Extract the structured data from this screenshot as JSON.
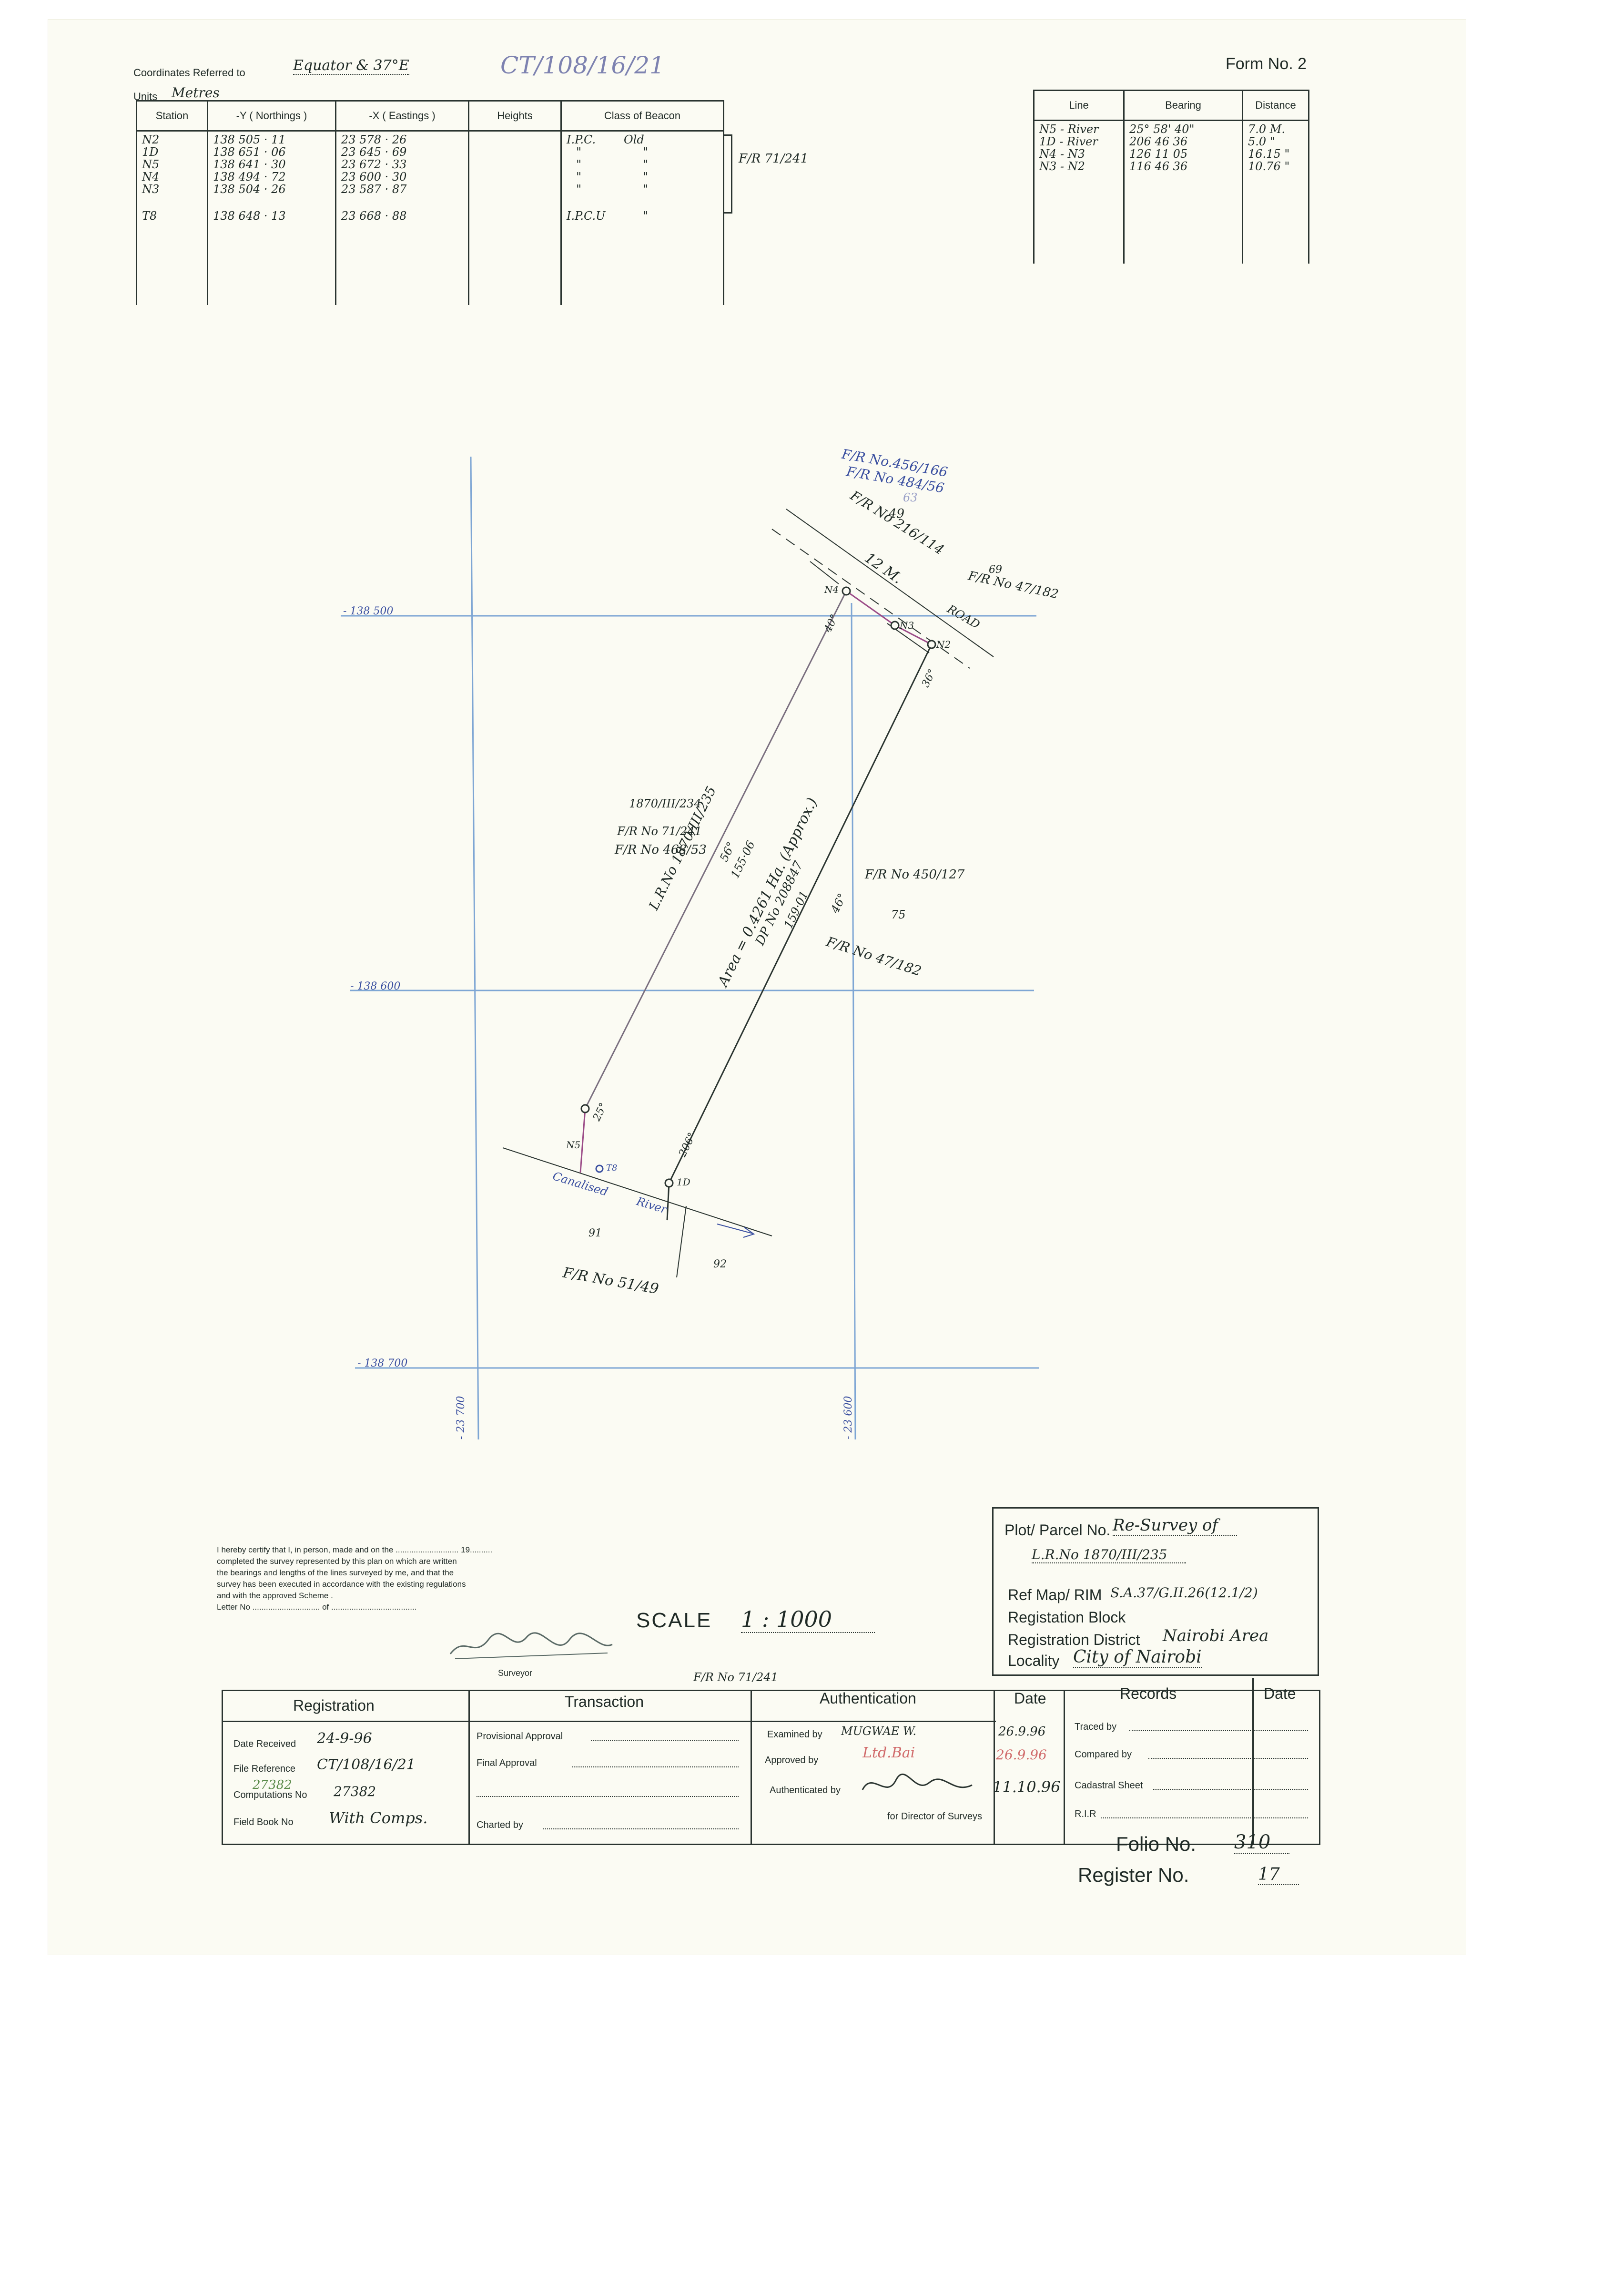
{
  "header": {
    "coords_label": "Coordinates Referred to",
    "coords_value": "Equator & 37°E",
    "file_no": "CT/108/16/21",
    "units_label": "Units",
    "units_value": "Metres",
    "form_no": "Form No. 2"
  },
  "station_table": {
    "headers": [
      "Station",
      "-Y ( Northings )",
      "-X ( Eastings )",
      "Heights",
      "Class of Beacon"
    ],
    "rows": [
      {
        "station": "N2",
        "y": "138 505 · 11",
        "x": "23 578 · 26",
        "height": "",
        "beacon": "I.P.C.",
        "cls": "Old"
      },
      {
        "station": "1D",
        "y": "138 651 · 06",
        "x": "23 645 · 69",
        "height": "",
        "beacon": "\"",
        "cls": "\""
      },
      {
        "station": "N5",
        "y": "138 641 · 30",
        "x": "23 672 · 33",
        "height": "",
        "beacon": "\"",
        "cls": "\""
      },
      {
        "station": "N4",
        "y": "138 494 · 72",
        "x": "23 600 · 30",
        "height": "",
        "beacon": "\"",
        "cls": "\""
      },
      {
        "station": "N3",
        "y": "138 504 · 26",
        "x": "23 587 · 87",
        "height": "",
        "beacon": "\"",
        "cls": "\""
      },
      {
        "station": "T8",
        "y": "138 648 · 13",
        "x": "23 668 · 88",
        "height": "",
        "beacon": "I.P.C.U",
        "cls": "\""
      }
    ],
    "bracket_ref": "F/R 71/241"
  },
  "line_table": {
    "headers": [
      "Line",
      "Bearing",
      "Distance"
    ],
    "rows": [
      {
        "line": "N5 - River",
        "bearing": "25°  58'  40\"",
        "distance": "7.0 M."
      },
      {
        "line": "1D - River",
        "bearing": "206  46  36",
        "distance": "5.0 \""
      },
      {
        "line": "N4 - N3",
        "bearing": "126  11  05",
        "distance": "16.15 \""
      },
      {
        "line": "N3 - N2",
        "bearing": "116  46  36",
        "distance": "10.76 \""
      }
    ]
  },
  "plan": {
    "grid_labels": {
      "h1": "- 138 500",
      "h2": "- 138 600",
      "h3": "- 138 700",
      "v1": "- 23 700",
      "v2": "- 23 600"
    },
    "refs": {
      "fr_456": "F/R No.456/166",
      "fr_484": "F/R No 484/56",
      "n63a": "63",
      "n49": "49",
      "fr_216": "F/R No 216/114",
      "road_width": "12 M.",
      "n69": "69",
      "fr_47_top": "F/R No 47/182",
      "road": "ROAD",
      "parcel_1870_234": "1870/III/234",
      "fr_71": "F/R No 71/241",
      "fr_468": "F/R No 468/53",
      "fr_450": "F/R No 450/127",
      "n75": "75",
      "fr_47_mid": "F/R No 47/182",
      "n91": "91",
      "n92": "92",
      "fr_51": "F/R No 51/49",
      "canal": "Canalised",
      "river": "River"
    },
    "parcel_text": {
      "lr": "L.R.No 1870/III/235",
      "area": "Area = 0.4261 Ha. (Approx.)",
      "dp": "DP No 208847",
      "side_155": "155·06",
      "side_159": "159·01",
      "deg_56": "56°",
      "deg_46": "46°",
      "deg_206": "206°",
      "deg_25": "25°",
      "deg_36": "36°",
      "deg_40": "40°"
    },
    "stations": {
      "n2": "N2",
      "n3": "N3",
      "n4": "N4",
      "n5": "N5",
      "d1": "1D",
      "t8": "T8"
    },
    "scale_label": "SCALE",
    "scale_value": "1 : 1000"
  },
  "certify": {
    "line1": "I hereby certify that I, in person, made and on the ............................ 19..........",
    "line2": "completed the survey represented by this plan on which are written",
    "line3": "the bearings and lengths of the lines surveyed by me, and that the",
    "line4": "survey has been executed in accordance with the existing regulations",
    "line5": "and with the approved  Scheme .",
    "line6": "Letter No .............................. of ......................................",
    "surveyor": "Surveyor"
  },
  "parcel_box": {
    "plot_label": "Plot/ Parcel No.",
    "plot_value": "Re-Survey of",
    "plot_value2": "L.R.No 1870/III/235",
    "refmap_label": "Ref Map/ RIM",
    "refmap_value": "S.A.37/G.II.26(12.1/2)",
    "regblock_label": "Registation Block",
    "regdistrict_label": "Registration District",
    "regdistrict_value": "Nairobi Area",
    "locality_label": "Locality",
    "locality_value": "City of Nairobi"
  },
  "bottom": {
    "fr_ref": "F/R No 71/241",
    "registration": "Registration",
    "transaction": "Transaction",
    "authentication": "Authentication",
    "date": "Date",
    "records": "Records",
    "date2": "Date",
    "date_received_label": "Date Received",
    "date_received_value": "24-9-96",
    "file_ref_label": "File Reference",
    "file_ref_value": "CT/108/16/21",
    "comp_label": "Computations No",
    "comp_value": "27382",
    "comp_over": "27382",
    "fieldbook_label": "Field Book No",
    "fieldbook_value": "With Comps.",
    "prov_label": "Provisional Approval",
    "final_label": "Final Approval",
    "charted_label": "Charted by",
    "examined_label": "Examined by",
    "examined_value": "MUGWAE W.",
    "examined_date": "26.9.96",
    "approved_label": "Approved by",
    "approved_value": "Ltd.Bai",
    "approved_date": "26.9.96",
    "auth_label": "Authenticated by",
    "auth_date": "11.10.96",
    "director": "for Director of Surveys",
    "traced_label": "Traced  by",
    "compared_label": "Compared by",
    "cadastral_label": "Cadastral Sheet",
    "rir_label": "R.I.R",
    "folio_label": "Folio No.",
    "folio_value": "310",
    "register_label": "Register No.",
    "register_value": "17"
  },
  "colors": {
    "ink": "#1f2a26",
    "grid": "#5b8ec7",
    "blue_ink": "#3a4fa0",
    "boundary": "#9b4b87",
    "red_date": "#d06a6a",
    "green_note": "#5a8a4a"
  }
}
